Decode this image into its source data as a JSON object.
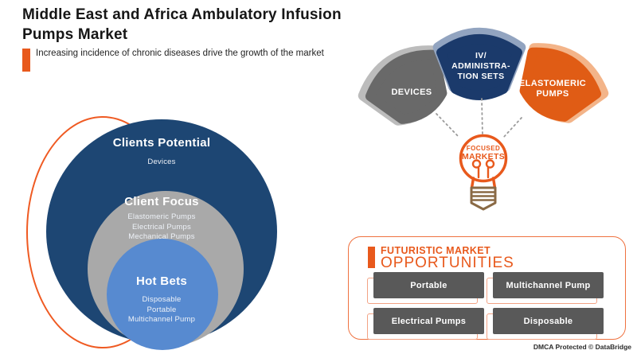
{
  "header": {
    "title": "Middle East and Africa Ambulatory Infusion Pumps Market",
    "tagline": "Increasing incidence of chronic diseases drive the growth of the market"
  },
  "venn": {
    "rings": [
      {
        "label": "Clients Potential",
        "items": [
          "Devices"
        ]
      },
      {
        "label": "Client Focus",
        "items": [
          "Elastomeric Pumps",
          "Electrical Pumps",
          "Mechanical Pumps"
        ]
      },
      {
        "label": "Hot Bets",
        "items": [
          "Disposable",
          "Portable",
          "Multichannel Pump"
        ]
      }
    ]
  },
  "focused_markets": {
    "petals": [
      {
        "lines": [
          "DEVICES"
        ]
      },
      {
        "lines": [
          "IV/",
          "ADMINISTRA-",
          "TION SETS"
        ]
      },
      {
        "lines": [
          "ELASTOMERIC",
          "PUMPS"
        ]
      }
    ],
    "bulb": {
      "lines": [
        "FOCUSED",
        "MARKETS"
      ]
    }
  },
  "opportunities": {
    "kicker": "FUTURISTIC MARKET",
    "title": "OPPORTUNITIES",
    "items": [
      "Portable",
      "Multichannel Pump",
      "Electrical Pumps",
      "Disposable"
    ]
  },
  "footer": {
    "text": "DMCA Protected © DataBridge"
  },
  "colors": {
    "accent_orange": "#e8591c",
    "petal_orange": "#e05c15",
    "navy": "#1d4673",
    "petal_navy": "#1b3a6b",
    "ring_gray": "#a9a9a9",
    "ring_light_blue": "#578ad0",
    "petal_gray": "#696969",
    "button_gray": "#595959",
    "bulb_base_brown": "#8a6a45"
  }
}
